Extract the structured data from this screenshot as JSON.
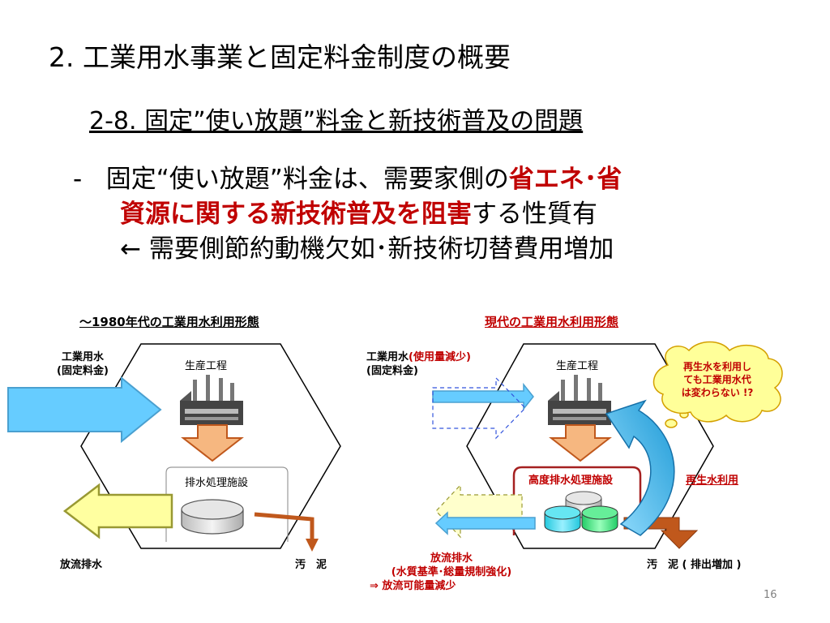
{
  "slide": {
    "title": "2. 工業用水事業と固定料金制度の概要",
    "subtitle": "2-8. 固定”使い放題”料金と新技術普及の問題",
    "bullet": {
      "dash": "-",
      "line1_a": "固定“使い放題”料金は、需要家側の",
      "line1_red": "省エネ･省",
      "line2_red": "資源に関する新技術普及を阻害",
      "line2_b": "する性質有",
      "line3": "← 需要側節約動機欠如･新技術切替費用増加"
    },
    "page_number": "16"
  },
  "diagram_left": {
    "heading": "～1980年代の工業用水利用形態",
    "water_in_line1": "工業用水",
    "water_in_line2": "(固定料金)",
    "production": "生産工程",
    "treatment": "排水処理施設",
    "discharge": "放流排水",
    "sludge": "汚　泥"
  },
  "diagram_right": {
    "heading": "現代の工業用水利用形態",
    "water_in_line1": "工業用水",
    "water_in_line1_red": "(使用量減少)",
    "water_in_line2": "(固定料金)",
    "production": "生産工程",
    "treatment": "高度排水処理施設",
    "reuse": "再生水利用",
    "cloud_line1": "再生水を利用し",
    "cloud_line2": "ても工業用水代",
    "cloud_line3": "は変わらない !?",
    "discharge_line1": "放流排水",
    "discharge_line2": "(水質基準･総量規制強化)",
    "discharge_line3": "⇒ 放流可能量減少",
    "sludge": "汚　泥 ( 排出増加 )"
  },
  "colors": {
    "red": "#c00000",
    "water_in_fill": "#66ccff",
    "discharge_fill": "#ffffa0",
    "process_arrow": "#f6b780",
    "sludge_arrow": "#c0581c",
    "cyan_tank": "#33ddee",
    "green_tank": "#44ee88"
  }
}
